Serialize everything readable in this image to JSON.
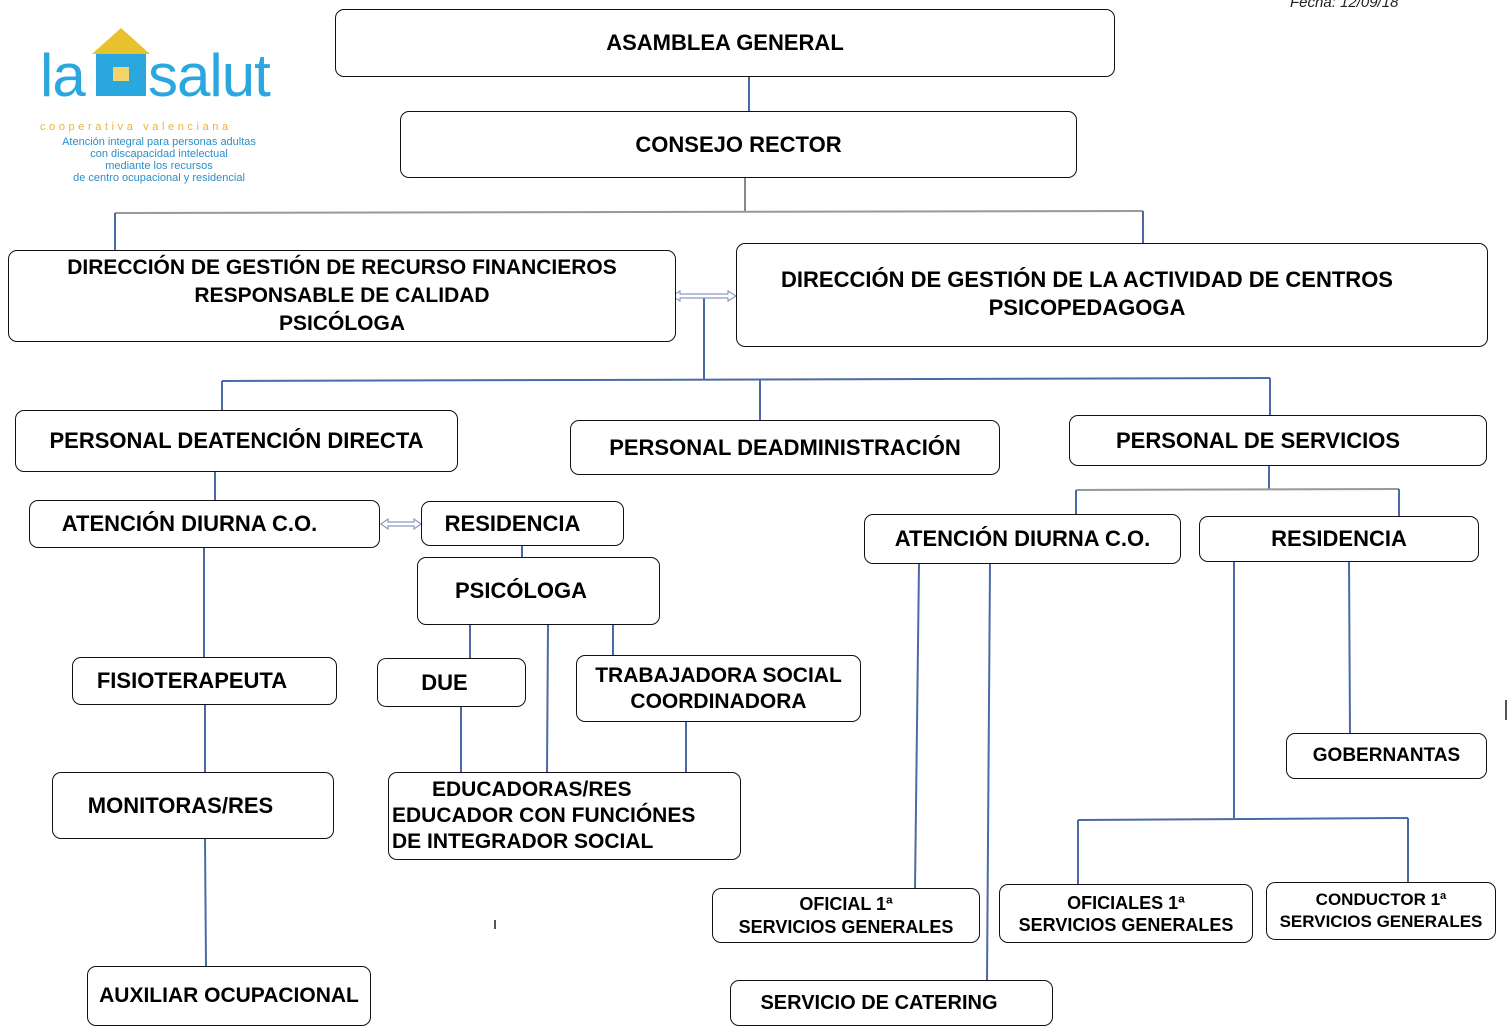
{
  "header": {
    "date": "Fecha: 12/09/18"
  },
  "logo": {
    "name_left": "la",
    "name_right": "salut",
    "subtitle": "cooperativa valenciana",
    "description": [
      "Atención integral para personas adultas",
      "con discapacidad intelectual",
      "mediante los recursos",
      "de centro ocupacional y residencial"
    ]
  },
  "colors": {
    "logo_blue": "#2aa7df",
    "logo_gold": "#e6b33b",
    "connector": "#4a6aa5"
  },
  "nodes": {
    "asamblea": {
      "lines": [
        "ASAMBLEA GENERAL"
      ]
    },
    "consejo": {
      "lines": [
        "CONSEJO RECTOR"
      ]
    },
    "dir_financieros": {
      "lines": [
        "DIRECCIÓN DE GESTIÓN DE RECURSO FINANCIEROS",
        "RESPONSABLE DE CALIDAD",
        "PSICÓLOGA"
      ]
    },
    "dir_centros": {
      "lines": [
        "DIRECCIÓN DE GESTIÓN DE LA ACTIVIDAD DE CENTROS",
        "PSICOPEDAGOGA"
      ]
    },
    "personal_atencion": {
      "lines": [
        "PERSONAL DEATENCIÓN DIRECTA"
      ]
    },
    "personal_admin": {
      "lines": [
        "PERSONAL DEADMINISTRACIÓN"
      ]
    },
    "personal_servicios": {
      "lines": [
        "PERSONAL DE SERVICIOS"
      ]
    },
    "atencion_diurna_1": {
      "lines": [
        "ATENCIÓN DIURNA C.O."
      ]
    },
    "residencia_1": {
      "lines": [
        "RESIDENCIA"
      ]
    },
    "psicologa": {
      "lines": [
        "PSICÓLOGA"
      ]
    },
    "fisioterapeuta": {
      "lines": [
        "FISIOTERAPEUTA"
      ]
    },
    "due": {
      "lines": [
        "DUE"
      ]
    },
    "trabajadora": {
      "lines": [
        "TRABAJADORA SOCIAL",
        "COORDINADORA"
      ]
    },
    "monitoras": {
      "lines": [
        "MONITORAS/RES"
      ]
    },
    "educadoras": {
      "lines": [
        "EDUCADORAS/RES",
        "EDUCADOR CON FUNCIÓNES",
        "DE INTEGRADOR SOCIAL"
      ]
    },
    "auxiliar": {
      "lines": [
        "AUXILIAR OCUPACIONAL"
      ]
    },
    "atencion_diurna_2": {
      "lines": [
        "ATENCIÓN DIURNA C.O."
      ]
    },
    "residencia_2": {
      "lines": [
        "RESIDENCIA"
      ]
    },
    "gobernantas": {
      "lines": [
        "GOBERNANTAS"
      ]
    },
    "oficial_1": {
      "lines": [
        "OFICIAL 1ª",
        "SERVICIOS GENERALES"
      ]
    },
    "oficiales_1": {
      "lines": [
        "OFICIALES 1ª",
        "SERVICIOS GENERALES"
      ]
    },
    "conductor_1": {
      "lines": [
        "CONDUCTOR 1ª",
        "SERVICIOS GENERALES"
      ]
    },
    "catering": {
      "lines": [
        "SERVICIO DE CATERING"
      ]
    }
  }
}
